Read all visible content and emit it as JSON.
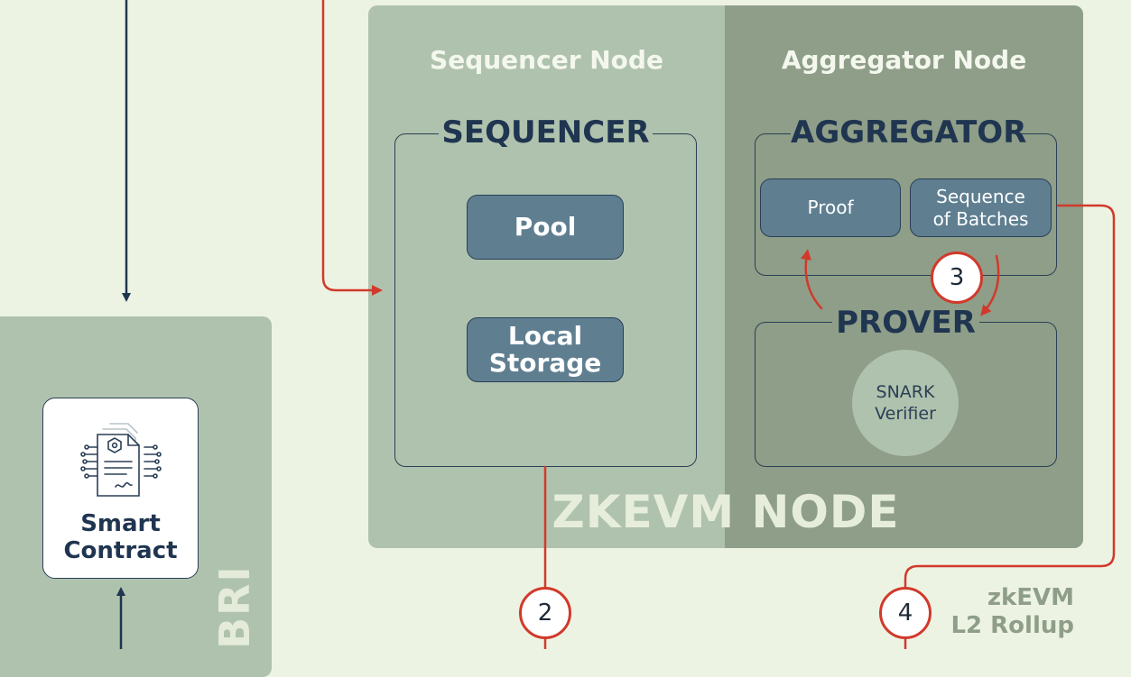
{
  "bridge": {
    "label": "BRIDGE"
  },
  "smart_contract": {
    "label": "Smart\nContract",
    "icon": "contract-document-icon"
  },
  "zkevm_node": {
    "title": "ZKEVM NODE",
    "sequencer_node": {
      "title": "Sequencer Node",
      "sequencer": {
        "title": "SEQUENCER",
        "items": [
          "Pool",
          "Local\nStorage"
        ]
      }
    },
    "aggregator_node": {
      "title": "Aggregator Node",
      "aggregator": {
        "title": "AGGREGATOR",
        "items": [
          "Proof",
          "Sequence\nof Batches"
        ]
      },
      "prover": {
        "title": "PROVER",
        "verifier": "SNARK\nVerifier"
      }
    }
  },
  "steps": [
    "2",
    "3",
    "4"
  ],
  "rollup": {
    "label": "zkEVM\nL2 Rollup"
  },
  "colors": {
    "background": "#edf3e3",
    "panel_light": "#afc2ad",
    "panel_dark": "#8e9e88",
    "navy": "#1f3550",
    "pill": "#5f7f91",
    "accent_red": "#d1392b"
  }
}
